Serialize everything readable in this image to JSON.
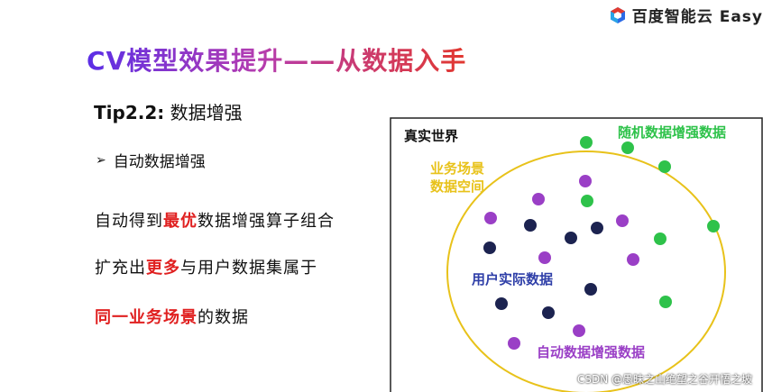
{
  "logo": {
    "text": "百度智能云 Easy"
  },
  "title": "CV模型效果提升——从数据入手",
  "tip": {
    "id": "Tip2.2:",
    "text": "数据增强"
  },
  "bullet": {
    "text": "自动数据增强"
  },
  "lines": [
    {
      "pre": "自动得到",
      "hl": "最优",
      "post": "数据增强算子组合"
    },
    {
      "pre": "扩充出",
      "hl": "更多",
      "post": "与用户数据集属于"
    },
    {
      "pre": "",
      "hl": "同一业务场景",
      "post": "的数据"
    }
  ],
  "diagram": {
    "world_label": "真实世界",
    "random_label": "随机数据增强数据",
    "scene_label_1": "业务场景",
    "scene_label_2": "数据空间",
    "user_label": "用户实际数据",
    "auto_label": "自动数据增强数据",
    "colors": {
      "green": "#2ec24a",
      "purple": "#9a3fc6",
      "navy": "#1c2350",
      "scene": "#e8c21a",
      "user": "#2f3fa8"
    }
  },
  "watermark": "CSDN @愚昧之山绝望之谷开悟之坡"
}
